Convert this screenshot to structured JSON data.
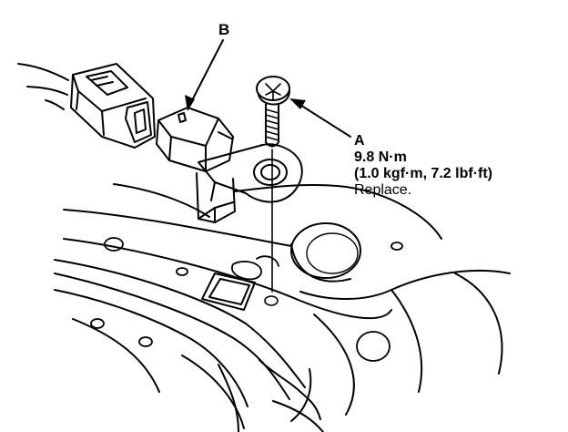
{
  "labels": {
    "b": "B",
    "a": "A"
  },
  "callout": {
    "torque": "9.8 N·m",
    "torque_alt": "(1.0 kgf·m, 7.2 lbf·ft)",
    "note": "Replace."
  },
  "colors": {
    "ink": "#000000",
    "paper": "#ffffff"
  }
}
